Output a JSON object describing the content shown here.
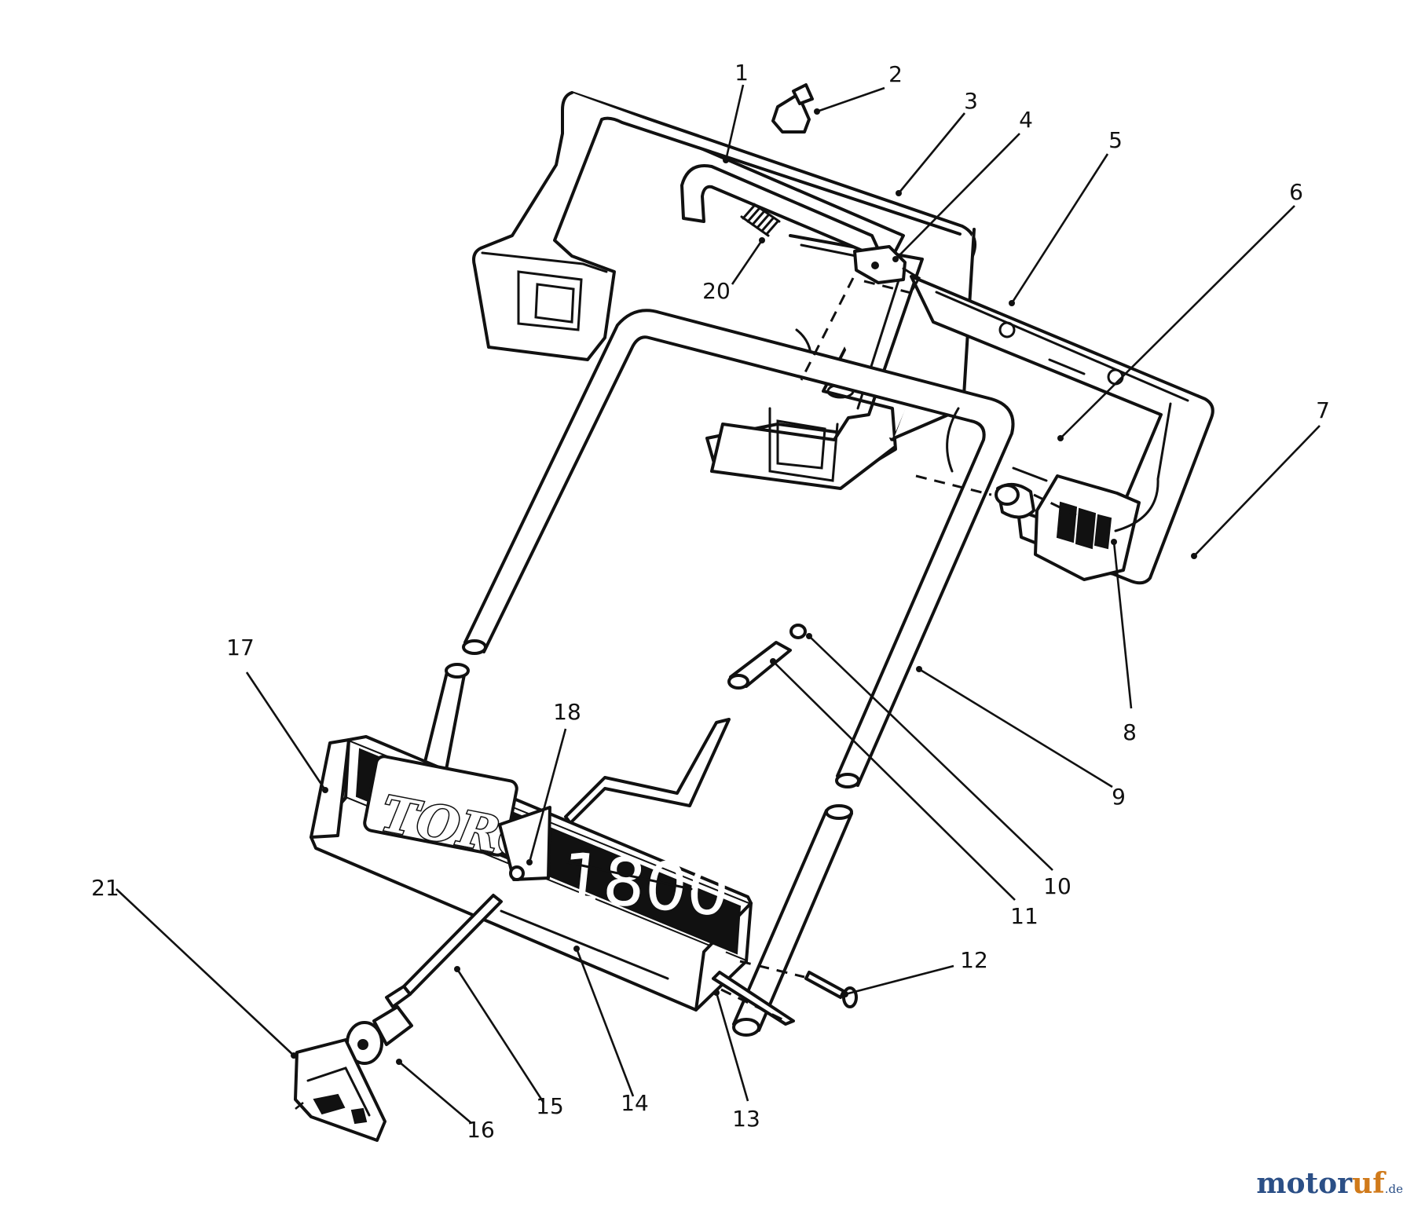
{
  "decal": {
    "brand": "TORO",
    "model": "1800"
  },
  "watermark": {
    "brand_part1": "motor",
    "brand_part2": "uf",
    "tld": ".de"
  },
  "callouts": [
    {
      "id": "1",
      "label": "1"
    },
    {
      "id": "2",
      "label": "2"
    },
    {
      "id": "3",
      "label": "3"
    },
    {
      "id": "4",
      "label": "4"
    },
    {
      "id": "5",
      "label": "5"
    },
    {
      "id": "6",
      "label": "6"
    },
    {
      "id": "7",
      "label": "7"
    },
    {
      "id": "8",
      "label": "8"
    },
    {
      "id": "9",
      "label": "9"
    },
    {
      "id": "10",
      "label": "10"
    },
    {
      "id": "11",
      "label": "11"
    },
    {
      "id": "12",
      "label": "12"
    },
    {
      "id": "13",
      "label": "13"
    },
    {
      "id": "14",
      "label": "14"
    },
    {
      "id": "15",
      "label": "15"
    },
    {
      "id": "16",
      "label": "16"
    },
    {
      "id": "17",
      "label": "17"
    },
    {
      "id": "18",
      "label": "18"
    },
    {
      "id": "20",
      "label": "20"
    },
    {
      "id": "21",
      "label": "21"
    }
  ]
}
